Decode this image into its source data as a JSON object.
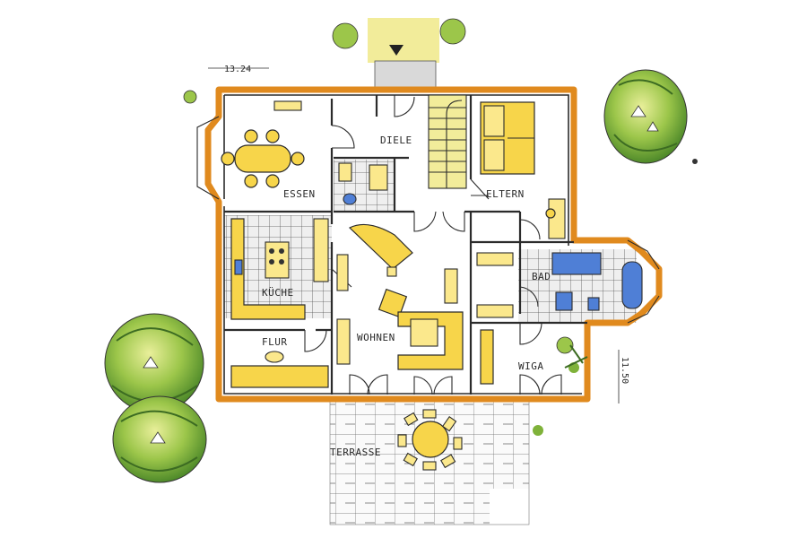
{
  "rooms": {
    "diele": "DIELE",
    "essen": "ESSEN",
    "eltern": "ELTERN",
    "kueche": "KÜCHE",
    "wohnen": "WOHNEN",
    "bad": "BAD",
    "flur": "FLUR",
    "wiga": "WIGA",
    "terrasse": "TERRASSE"
  },
  "dimensions": {
    "width": "13.24",
    "depth": "11.50"
  },
  "colors": {
    "outer_wall": "#e08a1e",
    "furniture": "#f7d54a",
    "sanitary": "#4f7fd6",
    "tree_green": "#7fb23a"
  },
  "icons": {
    "entrance": "down-triangle-icon",
    "trees": "tree-icon"
  }
}
